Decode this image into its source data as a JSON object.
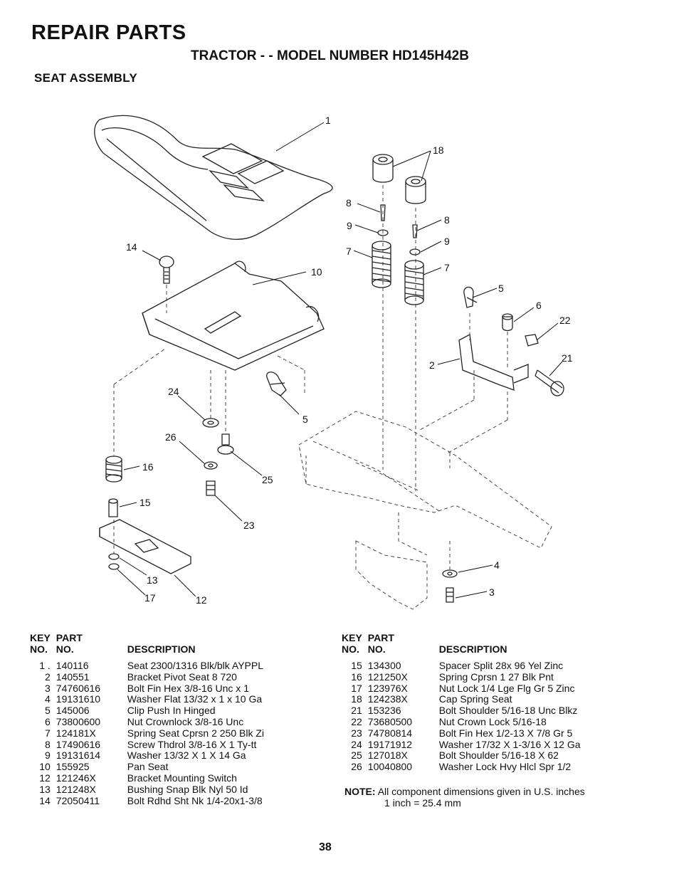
{
  "header": {
    "title": "REPAIR PARTS",
    "subtitle": "TRACTOR - - MODEL NUMBER HD145H42B",
    "section": "SEAT ASSEMBLY"
  },
  "diagram": {
    "callouts": [
      "1",
      "18",
      "8",
      "8",
      "9",
      "9",
      "7",
      "7",
      "5",
      "6",
      "22",
      "14",
      "10",
      "2",
      "21",
      "24",
      "5",
      "26",
      "16",
      "25",
      "15",
      "23",
      "4",
      "3",
      "13",
      "17",
      "12"
    ]
  },
  "table_headers": {
    "key": "KEY",
    "no": "NO.",
    "part": "PART",
    "part_no": "NO.",
    "description": "DESCRIPTION"
  },
  "parts_left": [
    {
      "key": "1 .",
      "part": "140116",
      "desc": "Seat 2300/1316 Blk/blk AYPPL"
    },
    {
      "key": "2",
      "part": "140551",
      "desc": "Bracket Pivot Seat 8 720"
    },
    {
      "key": "3",
      "part": "74760616",
      "desc": "Bolt Fin Hex  3/8-16 Unc x 1"
    },
    {
      "key": "4",
      "part": "19131610",
      "desc": "Washer Flat 13/32 x 1 x 10 Ga"
    },
    {
      "key": "5",
      "part": "145006",
      "desc": "Clip Push In  Hinged"
    },
    {
      "key": "6",
      "part": "73800600",
      "desc": "Nut Crownlock 3/8-16 Unc"
    },
    {
      "key": "7",
      "part": "124181X",
      "desc": "Spring Seat Cprsn 2 250 Blk Zi"
    },
    {
      "key": "8",
      "part": "17490616",
      "desc": "Screw Thdrol 3/8-16 X 1 Ty-tt"
    },
    {
      "key": "9",
      "part": "19131614",
      "desc": "Washer 13/32 X 1 X 14 Ga"
    },
    {
      "key": "10",
      "part": "155925",
      "desc": "Pan Seat"
    },
    {
      "key": "12",
      "part": "121246X",
      "desc": "Bracket Mounting Switch"
    },
    {
      "key": "13",
      "part": "121248X",
      "desc": "Bushing Snap Blk Nyl 50 Id"
    },
    {
      "key": "14",
      "part": "72050411",
      "desc": "Bolt Rdhd Sht Nk 1/4-20x1-3/8"
    }
  ],
  "parts_right": [
    {
      "key": "15",
      "part": "134300",
      "desc": "Spacer Split 28x 96 Yel Zinc"
    },
    {
      "key": "16",
      "part": "121250X",
      "desc": "Spring Cprsn 1 27 Blk Pnt"
    },
    {
      "key": "17",
      "part": "123976X",
      "desc": "Nut Lock 1/4 Lge Flg Gr 5 Zinc"
    },
    {
      "key": "18",
      "part": "124238X",
      "desc": "Cap Spring Seat"
    },
    {
      "key": "21",
      "part": "153236",
      "desc": "Bolt Shoulder 5/16-18 Unc Blkz"
    },
    {
      "key": "22",
      "part": "73680500",
      "desc": "Nut Crown Lock 5/16-18"
    },
    {
      "key": "23",
      "part": "74780814",
      "desc": "Bolt Fin Hex 1/2-13 X 7/8 Gr 5"
    },
    {
      "key": "24",
      "part": "19171912",
      "desc": "Washer 17/32 X 1-3/16 X 12 Ga"
    },
    {
      "key": "25",
      "part": "127018X",
      "desc": "Bolt Shoulder 5/16-18 X 62"
    },
    {
      "key": "26",
      "part": "10040800",
      "desc": "Washer Lock Hvy Hlcl Spr 1/2"
    }
  ],
  "note": {
    "label": "NOTE:",
    "line1": "All component dimensions given in U.S. inches",
    "line2": "1 inch = 25.4 mm"
  },
  "page_number": "38"
}
